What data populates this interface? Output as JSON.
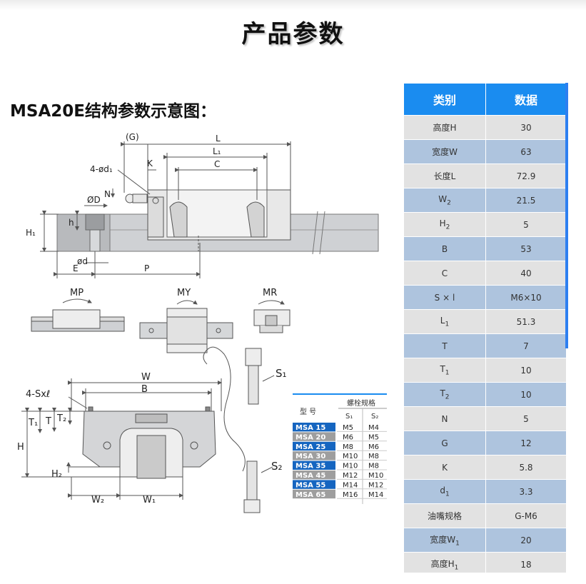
{
  "page": {
    "title": "产品参数",
    "section_title": "MSA20E结构参数示意图："
  },
  "spec_table": {
    "headers": [
      "类别",
      "数据"
    ],
    "rows": [
      {
        "name": "高度H",
        "value": "30"
      },
      {
        "name": "宽度W",
        "value": "63"
      },
      {
        "name": "长度L",
        "value": "72.9"
      },
      {
        "name": "W",
        "sub": "2",
        "value": "21.5"
      },
      {
        "name": "H",
        "sub": "2",
        "value": "5"
      },
      {
        "name": "B",
        "value": "53"
      },
      {
        "name": "C",
        "value": "40"
      },
      {
        "name": "S × l",
        "value": "M6×10"
      },
      {
        "name": "L",
        "sub": "1",
        "value": "51.3"
      },
      {
        "name": "T",
        "value": "7"
      },
      {
        "name": "T",
        "sub": "1",
        "value": "10"
      },
      {
        "name": "T",
        "sub": "2",
        "value": "10"
      },
      {
        "name": "N",
        "value": "5"
      },
      {
        "name": "G",
        "value": "12"
      },
      {
        "name": "K",
        "value": "5.8"
      },
      {
        "name": "d",
        "sub": "1",
        "value": "3.3"
      },
      {
        "name": "油嘴规格",
        "value": "G-M6"
      },
      {
        "name": "宽度W",
        "sub": "1",
        "value": "20"
      },
      {
        "name": "高度H",
        "sub": "1",
        "value": "18"
      }
    ]
  },
  "drawing": {
    "labels": {
      "G": "(G)",
      "L": "L",
      "L1": "L₁",
      "K": "K",
      "C": "C",
      "d1": "4-ød₁",
      "D": "ØD",
      "N": "N",
      "h": "h",
      "H1": "H₁",
      "d": "ød",
      "E": "E",
      "P": "P",
      "MP": "MP",
      "MY": "MY",
      "MR": "MR",
      "W": "W",
      "B": "B",
      "Sxl": "4-Sxℓ",
      "T": "T",
      "T1": "T₁",
      "T2": "T₂",
      "H": "H",
      "H2": "H₂",
      "W2": "W₂",
      "W1": "W₁",
      "S1": "S₁",
      "S2": "S₂"
    },
    "bolt_table": {
      "model_header": "型 号",
      "bolt_header": "螺栓规格",
      "s1_header": "S₁",
      "s2_header": "S₂",
      "rows": [
        {
          "model": "MSA 15",
          "s1": "M5",
          "s2": "M4"
        },
        {
          "model": "MSA 20",
          "s1": "M6",
          "s2": "M5"
        },
        {
          "model": "MSA 25",
          "s1": "M8",
          "s2": "M6"
        },
        {
          "model": "MSA 30",
          "s1": "M10",
          "s2": "M8"
        },
        {
          "model": "MSA 35",
          "s1": "M10",
          "s2": "M8"
        },
        {
          "model": "MSA 45",
          "s1": "M12",
          "s2": "M10"
        },
        {
          "model": "MSA 55",
          "s1": "M14",
          "s2": "M12"
        },
        {
          "model": "MSA 65",
          "s1": "M16",
          "s2": "M14"
        }
      ]
    }
  },
  "colors": {
    "header_blue": "#1a8cf0",
    "row_gray": "#e2e2e2",
    "row_blue": "#aec4de",
    "model_blue": "#1565c0",
    "model_gray": "#9e9e9e"
  }
}
